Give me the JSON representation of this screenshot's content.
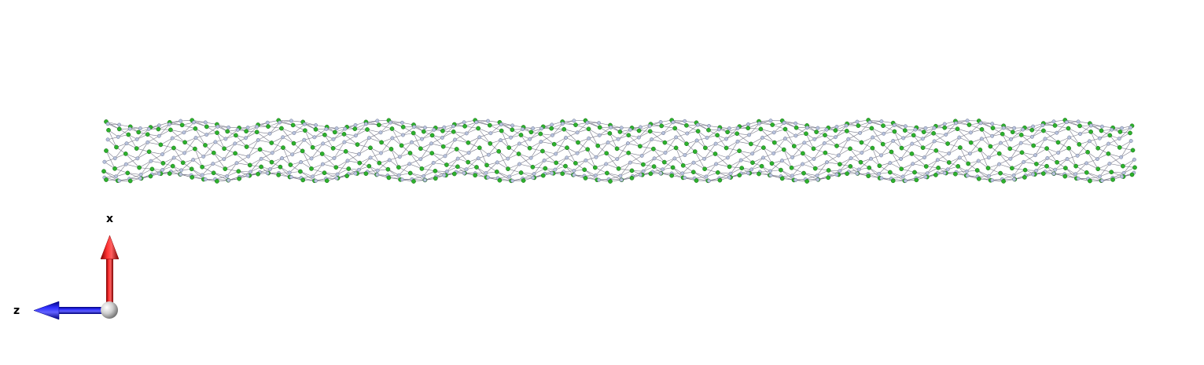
{
  "viewer": {
    "background": "#ffffff"
  },
  "structure": {
    "type": "nanotube",
    "view": "side",
    "colors": {
      "atom_a": "#2db12d",
      "atom_b": "#b8c3dd",
      "bond_outline": "#7a7a8a"
    }
  },
  "axes": {
    "x_label": "x",
    "z_label": "z",
    "colors": {
      "x": "#e00000",
      "z": "#0000e0",
      "origin": "#c8c8c8"
    }
  }
}
